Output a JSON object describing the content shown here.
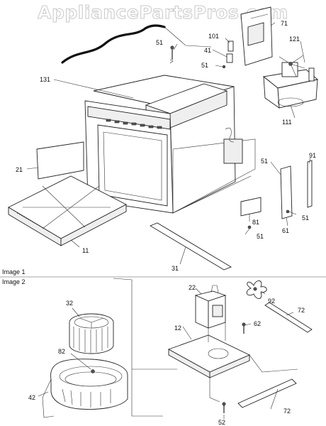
{
  "watermark": "AppliancePartsPros.com",
  "sections": [
    "Image 1",
    "Image 2"
  ],
  "callouts": {
    "c71": "71",
    "c101": "101",
    "c121": "121",
    "c51a": "51",
    "c41": "41",
    "c51b": "51",
    "c131": "131",
    "c111": "111",
    "c91": "91",
    "c21": "21",
    "c51c": "51",
    "c81": "81",
    "c51d": "51",
    "c61": "61",
    "c51e": "51",
    "c11": "11",
    "c31": "31",
    "c32": "32",
    "c22": "22",
    "c92": "92",
    "c72a": "72",
    "c12": "12",
    "c62": "62",
    "c82": "82",
    "c42": "42",
    "c72b": "72",
    "c52": "52"
  }
}
